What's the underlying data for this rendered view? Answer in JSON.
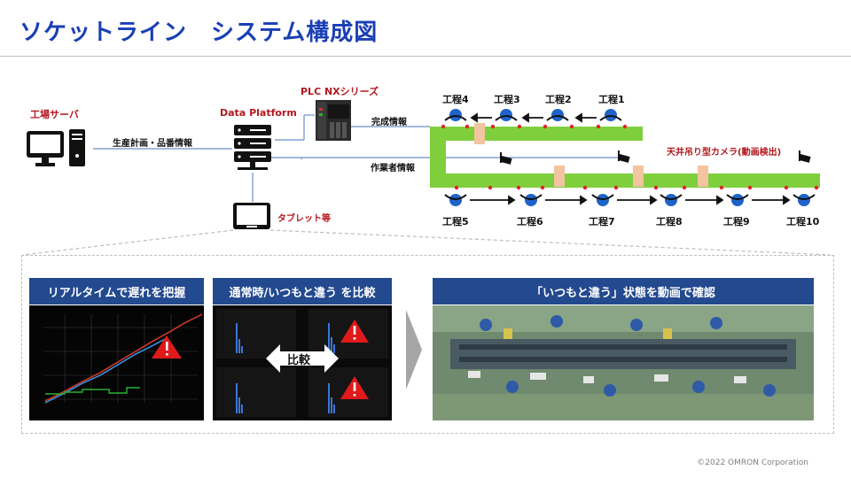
{
  "title": "ソケットライン　システム構成図",
  "top": {
    "server_label": "工場サーバ",
    "platform_label": "Data Platform",
    "plc_label": "PLC  NXシリーズ",
    "tablet_label": "タブレット等",
    "flow_plan": "生産計画・品番情報",
    "flow_complete": "完成情報",
    "flow_worker": "作業者情報",
    "camera_label": "天井吊り型カメラ(動画検出)"
  },
  "stations_top": [
    "工程4",
    "工程3",
    "工程2",
    "工程1"
  ],
  "stations_bottom": [
    "工程5",
    "工程6",
    "工程7",
    "工程8",
    "工程9",
    "工程10"
  ],
  "panels": {
    "left_title": "リアルタイムで遅れを把握",
    "mid_title": "通常時/いつもと違う を比較",
    "mid_badge": "比較",
    "right_title": "「いつもと違う」状態を動画で確認"
  },
  "colors": {
    "title": "#1a3fb5",
    "accent_red": "#b4181f",
    "line_green": "#7fcf3c",
    "panel_head": "#23498e",
    "station_blue": "#1f63c9"
  },
  "copyright": "©2022 OMRON Corporation"
}
